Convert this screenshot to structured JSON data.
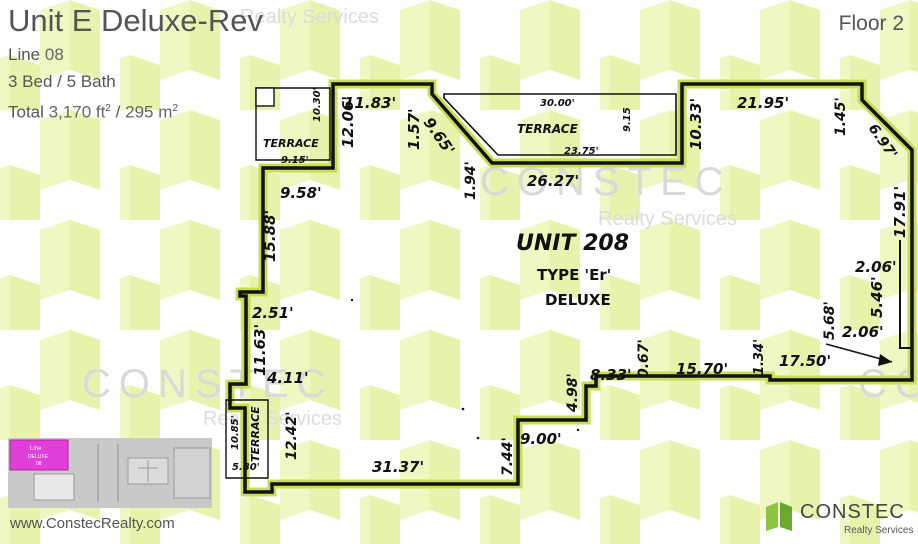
{
  "unit": {
    "title": "Unit E Deluxe-Rev",
    "line_label": "Line",
    "line_value": "08",
    "beds_baths": "3 Bed / 5 Bath",
    "total_label": "Total",
    "area_ft_value": "3,170 ft",
    "area_sep": " / ",
    "area_m_value": "295 m",
    "sup": "2"
  },
  "floor": "Floor 2",
  "plan": {
    "unit_name": "UNIT 208",
    "type": "TYPE 'Er'",
    "style": "DELUXE",
    "terrace": "TERRACE",
    "dims": [
      "10.30'",
      "9.15'",
      "11.83'",
      "12.06'",
      "1.57'",
      "9.65'",
      "1.94'",
      "30.00'",
      "9.15",
      "23.75'",
      "26.27'",
      "10.33'",
      "21.95'",
      "1.45'",
      "6.97'",
      "9.58'",
      "15.88'",
      "17.91'",
      "2.06'",
      "5.46'",
      "5.68'",
      "2.06'",
      "2.51'",
      "11.63'",
      "4.11'",
      "8.33'",
      "0.67'",
      "15.70'",
      "1.34'",
      "17.50'",
      "4.98'",
      "9.00'",
      "10.85'",
      "5.80'",
      "12.42'",
      "7.44'",
      "31.37'"
    ]
  },
  "watermark": {
    "brand": "CONSTEC",
    "sub": "Realty Services"
  },
  "keyplan": {
    "line1": "Line",
    "line2": "DELUXE",
    "line3": "08"
  },
  "website": "www.ConstecRealty.com",
  "brand": {
    "name": "CONSTEC",
    "sub": "Realty Services"
  },
  "colors": {
    "accent_yellow": "#eef5b8",
    "outline_yellow": "#c8dd55",
    "highlight_magenta": "#e040d8",
    "brand_green": "#8cc63f"
  }
}
